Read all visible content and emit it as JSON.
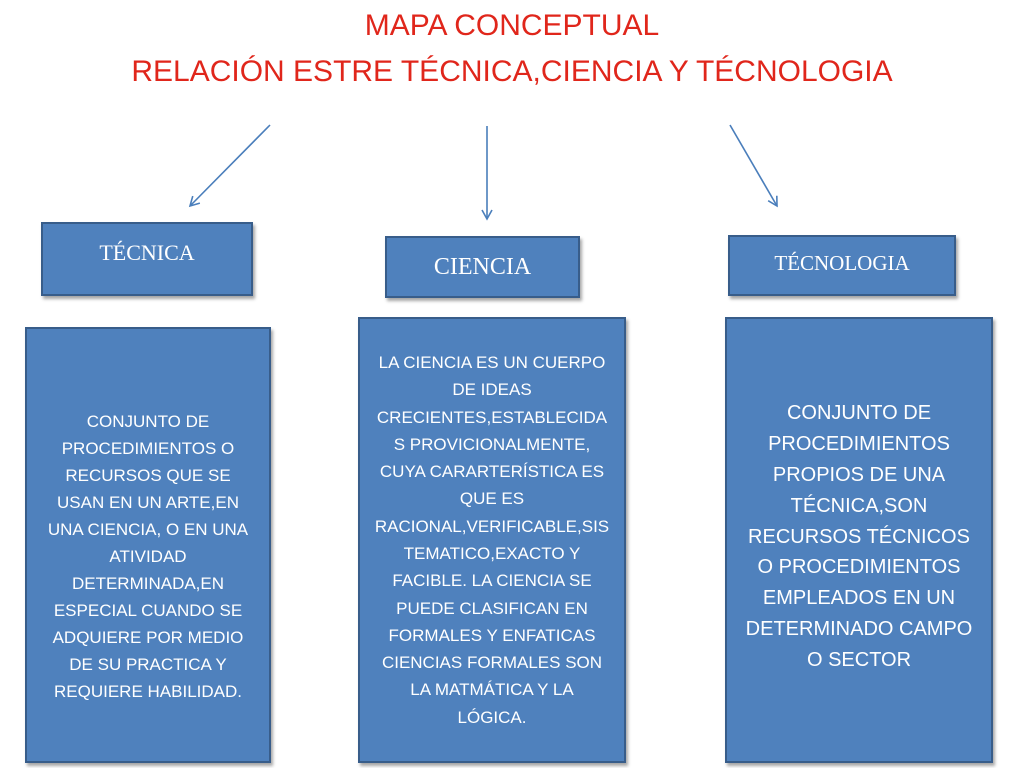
{
  "title": {
    "line1": "MAPA CONCEPTUAL",
    "line2": "RELACIÓN ESTRE TÉCNICA,CIENCIA Y TÉCNOLOGIA"
  },
  "colors": {
    "title": "#e0261b",
    "box_fill": "#4f81bd",
    "box_border": "#385d8a",
    "arrow": "#4a7ebb",
    "text": "#ffffff"
  },
  "nodes": [
    {
      "label": "TÉCNICA",
      "description": "CONJUNTO DE PROCEDIMIENTOS O RECURSOS QUE SE USAN EN UN ARTE,EN UNA CIENCIA, O EN UNA ATIVIDAD DETERMINADA,EN ESPECIAL CUANDO SE ADQUIERE POR MEDIO DE SU PRACTICA Y REQUIERE HABILIDAD."
    },
    {
      "label": "CIENCIA",
      "description": "LA CIENCIA ES UN CUERPO DE IDEAS CRECIENTES,ESTABLECIDAS PROVICIONALMENTE, CUYA CARARTERÍSTICA ES QUE ES RACIONAL,VERIFICABLE,SISTEMATICO,EXACTO Y FACIBLE. LA CIENCIA SE PUEDE  CLASIFICAN EN FORMALES Y ENFATICAS CIENCIAS FORMALES SON LA MATMÁTICA Y LA LÓGICA."
    },
    {
      "label": "TÉCNOLOGIA",
      "description": "CONJUNTO DE PROCEDIMIENTOS PROPIOS DE UNA TÉCNICA,SON RECURSOS TÉCNICOS O PROCEDIMIENTOS EMPLEADOS EN UN DETERMINADO CAMPO O SECTOR"
    }
  ]
}
